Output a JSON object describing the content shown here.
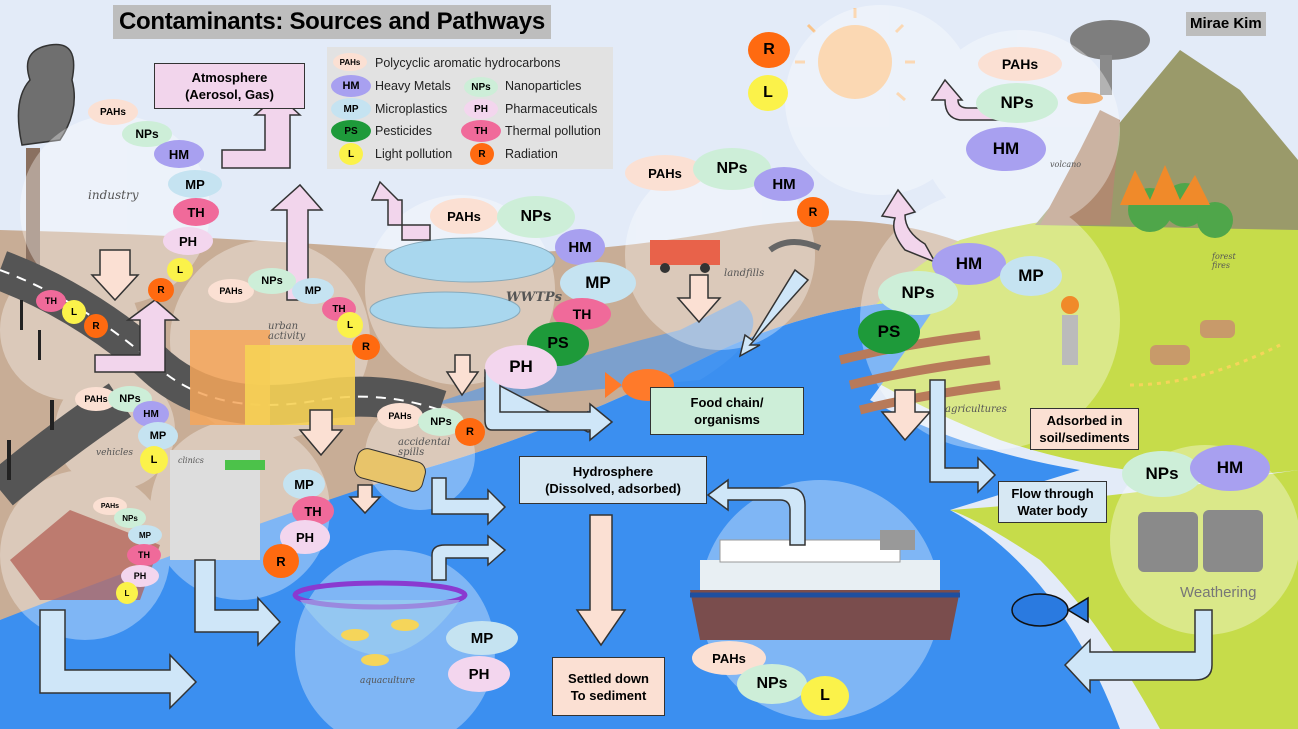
{
  "title": "Contaminants: Sources and Pathways",
  "author": "Mirae Kim",
  "legend": [
    {
      "abbr": "PAHs",
      "label": "Polycyclic aromatic hydrocarbons",
      "color": "#fbe0d3"
    },
    {
      "abbr": "HM",
      "label": "Heavy Metals",
      "color": "#a8a0f0"
    },
    {
      "abbr": "NPs",
      "label": "Nanoparticles",
      "color": "#cdeed8"
    },
    {
      "abbr": "MP",
      "label": "Microplastics",
      "color": "#c5e3f1"
    },
    {
      "abbr": "PH",
      "label": "Pharmaceuticals",
      "color": "#f3d6ee"
    },
    {
      "abbr": "PS",
      "label": "Pesticides",
      "color": "#1e9a3a"
    },
    {
      "abbr": "TH",
      "label": "Thermal pollution",
      "color": "#f06a9a"
    },
    {
      "abbr": "L",
      "label": "Light pollution",
      "color": "#fbf24a"
    },
    {
      "abbr": "R",
      "label": "Radiation",
      "color": "#ff6a10"
    }
  ],
  "boxes": {
    "atmosphere": [
      "Atmosphere",
      "(Aerosol, Gas)"
    ],
    "food_chain": [
      "Food chain/",
      "organisms"
    ],
    "hydrosphere": [
      "Hydrosphere",
      "(Dissolved, adsorbed)"
    ],
    "settled": [
      "Settled down",
      "To sediment"
    ],
    "adsorbed": [
      "Adsorbed in",
      "soil/sediments"
    ],
    "flow": [
      "Flow through",
      "Water body"
    ]
  },
  "scene_labels": {
    "industry": "industry",
    "urban": "urban activity",
    "wwtps": "WWTPs",
    "landfills": "landfills",
    "volcano": "volcano",
    "forest_fires": "forest fires",
    "agriculture": "agricultures",
    "accidental": "accidental spills",
    "vehicles": "vehicles",
    "clinics": "clinics",
    "aquaculture": "aquaculture",
    "weathering": "Weathering"
  },
  "colors": {
    "pahs": "#fbe0d3",
    "hm": "#a8a0f0",
    "nps": "#cdeed8",
    "mp": "#c5e3f1",
    "ph": "#f3d6ee",
    "ps": "#1e9a3a",
    "th": "#f06a9a",
    "l": "#fbf24a",
    "r": "#ff6a10",
    "water": "#3b8ff0",
    "land": "#c8ad96",
    "grass": "#c6dc4a"
  }
}
